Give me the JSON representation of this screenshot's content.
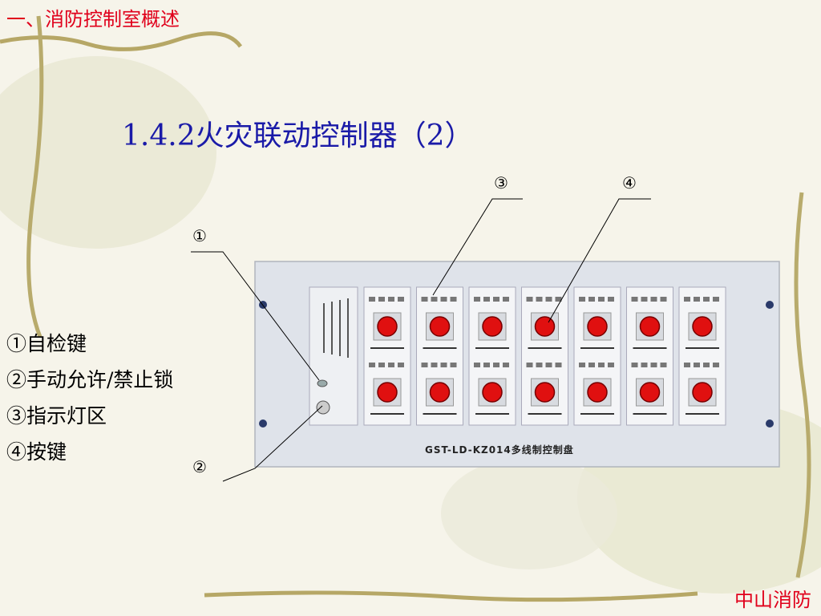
{
  "header": {
    "section_title": "一、消防控制室概述"
  },
  "slide": {
    "title": "1.4.2火灾联动控制器（2）"
  },
  "legend": {
    "items": [
      "①自检键",
      "②手动允许/禁止锁",
      "③指示灯区",
      "④按键"
    ]
  },
  "callouts": {
    "c1": "①",
    "c2": "②",
    "c3": "③",
    "c4": "④"
  },
  "panel": {
    "caption": "GST-LD-KZ014多线制控制盘",
    "module_count": 7,
    "button_color": "#e01010"
  },
  "footer": {
    "brand": "中山消防"
  }
}
